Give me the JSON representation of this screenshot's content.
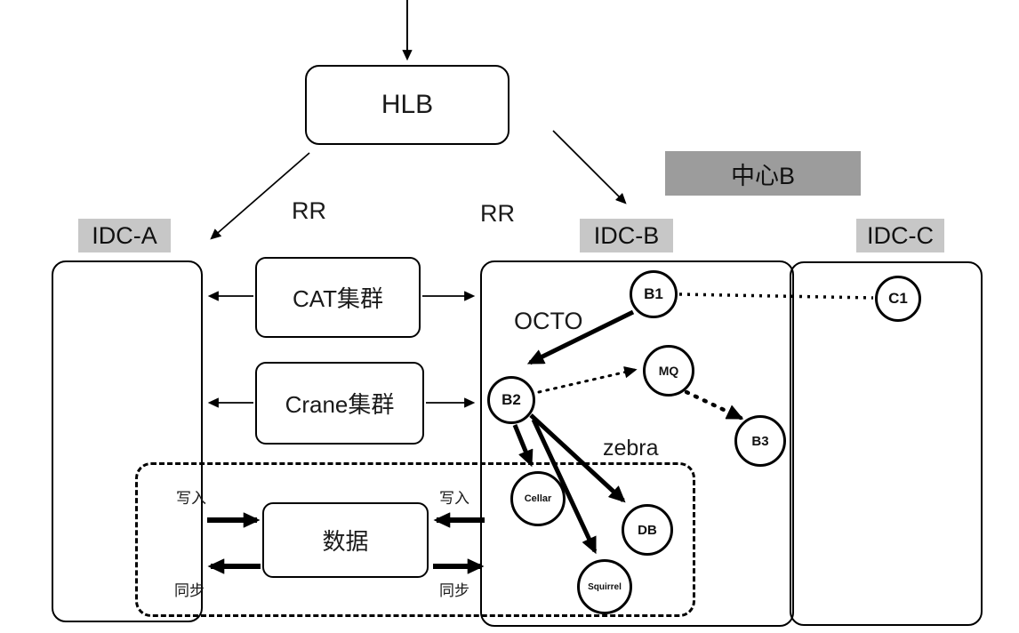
{
  "diagram": {
    "hlb_label": "HLB",
    "center_b_label": "中心B",
    "rr_left": "RR",
    "rr_right": "RR",
    "idc_a_label": "IDC-A",
    "idc_b_label": "IDC-B",
    "idc_c_label": "IDC-C",
    "cat_cluster_label": "CAT集群",
    "crane_cluster_label": "Crane集群",
    "data_label": "数据",
    "octo_label": "OCTO",
    "zebra_label": "zebra",
    "write_left": "写入",
    "sync_left": "同步",
    "write_right": "写入",
    "sync_right": "同步",
    "nodes": {
      "b1": "B1",
      "b2": "B2",
      "mq": "MQ",
      "b3": "B3",
      "cellar": "Cellar",
      "db": "DB",
      "squirrel": "Squirrel",
      "c1": "C1"
    },
    "colors": {
      "idc_label_bg": "#c7c7c7",
      "center_b_bg": "#9c9c9c",
      "line": "#000000",
      "text": "#1a1a1a"
    }
  }
}
